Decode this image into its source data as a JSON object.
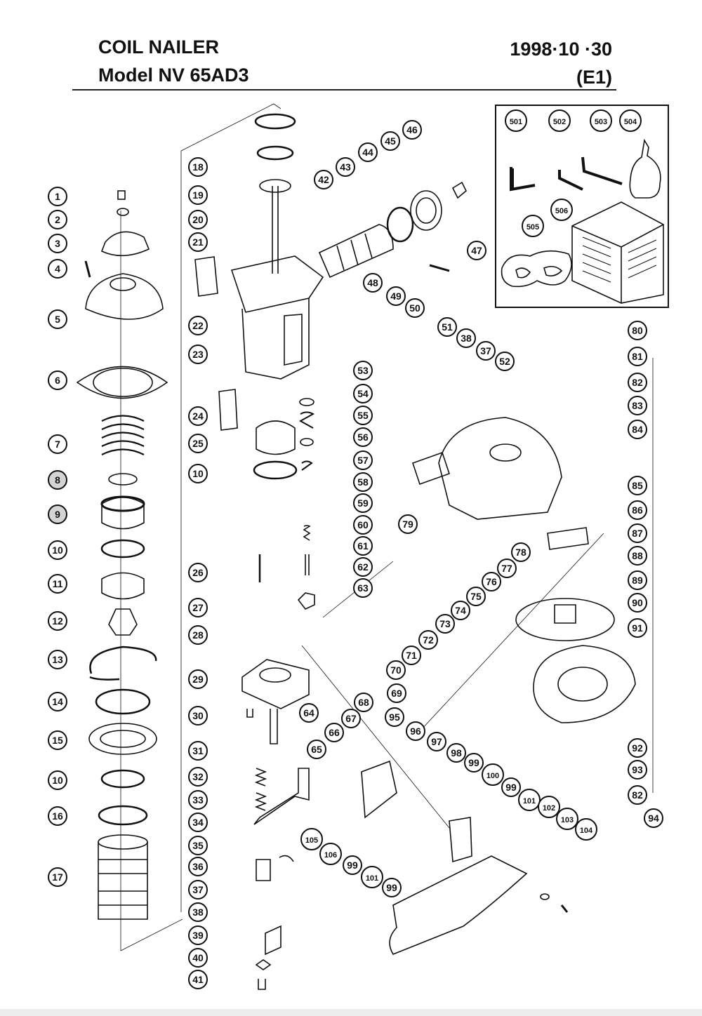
{
  "header": {
    "title": "COIL NAILER",
    "model": "Model  NV  65AD3",
    "date": "1998·10 ·30",
    "code": "(E1)"
  },
  "diagram": {
    "callouts": [
      "1",
      "2",
      "3",
      "4",
      "5",
      "6",
      "7",
      "8",
      "9",
      "10",
      "11",
      "12",
      "13",
      "14",
      "15",
      "10",
      "16",
      "17",
      "18",
      "19",
      "20",
      "21",
      "22",
      "23",
      "24",
      "25",
      "10",
      "26",
      "27",
      "28",
      "29",
      "30",
      "31",
      "32",
      "33",
      "34",
      "35",
      "36",
      "37",
      "38",
      "39",
      "40",
      "41",
      "42",
      "43",
      "44",
      "45",
      "46",
      "47",
      "48",
      "49",
      "50",
      "51",
      "38",
      "37",
      "52",
      "53",
      "54",
      "55",
      "56",
      "57",
      "58",
      "59",
      "60",
      "61",
      "62",
      "63",
      "64",
      "65",
      "66",
      "67",
      "68",
      "69",
      "70",
      "71",
      "72",
      "73",
      "74",
      "75",
      "76",
      "77",
      "78",
      "79",
      "80",
      "81",
      "82",
      "83",
      "84",
      "85",
      "86",
      "87",
      "88",
      "89",
      "90",
      "91",
      "92",
      "93",
      "82",
      "94",
      "95",
      "96",
      "97",
      "98",
      "99",
      "100",
      "99",
      "101",
      "102",
      "103",
      "104",
      "105",
      "106",
      "99",
      "101",
      "99",
      "501",
      "502",
      "503",
      "504",
      "505",
      "506"
    ],
    "shaded_callouts": [
      "8",
      "9"
    ]
  }
}
